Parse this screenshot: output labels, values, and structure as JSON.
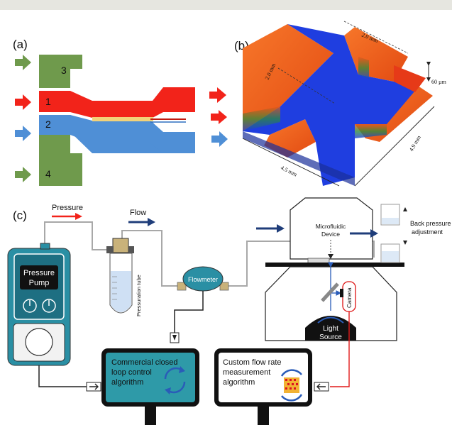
{
  "panel_a": {
    "label": "(a)",
    "inlets": [
      "3",
      "1",
      "2",
      "4"
    ]
  },
  "panel_b": {
    "label": "(b)",
    "dim_top_right": "2.0 mm",
    "dim_top_left": "2.0 mm",
    "dim_height": "60 µm",
    "dim_bottom_length": "4.5 mm",
    "dim_bottom_width": "4.9 mm"
  },
  "panel_c": {
    "label": "(c)",
    "pressure_label": "Pressure",
    "flow_label": "Flow",
    "pump_line1": "Pressure",
    "pump_line2": "Pump",
    "tube_label": "Pressuration tube",
    "flowmeter_label": "Flowmeter",
    "device_line1": "Microfluidic",
    "device_line2": "Device",
    "back_pressure_line1": "Back pressure",
    "back_pressure_line2": "adjustment",
    "camera_label": "Camera",
    "light_line1": "Light",
    "light_line2": "Source",
    "monitor1_line1": "Commercial closed",
    "monitor1_line2": "loop control",
    "monitor1_line3": "algorithm",
    "monitor2_line1": "Custom flow rate",
    "monitor2_line2": "measurement",
    "monitor2_line3": "algorithm"
  },
  "colors": {
    "green": "#6f9a4c",
    "red": "#f2231a",
    "blue": "#4f8fd6",
    "yellow": "#f2d27a",
    "teal": "#3e9aa6",
    "navy": "#1f3d7a"
  }
}
